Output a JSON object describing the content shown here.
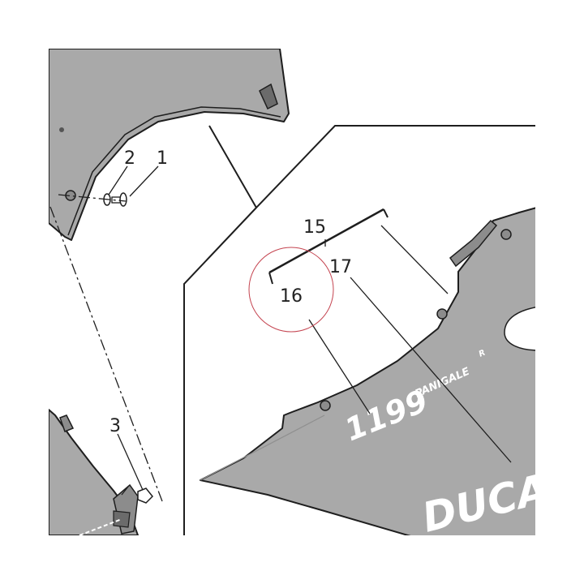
{
  "callouts": {
    "c1": "1",
    "c2": "2",
    "c3": "3",
    "c15": "15",
    "c16": "16",
    "c17": "17"
  },
  "decals": {
    "model_number": "1199",
    "model_name": "PANIGALE",
    "model_suffix": "R",
    "brand": "DUCATI"
  },
  "colors": {
    "panel_fill": "#a9a9a9",
    "line": "#1e1e1e",
    "highlight_circle": "#c4434f",
    "decal_text": "#ffffff"
  }
}
